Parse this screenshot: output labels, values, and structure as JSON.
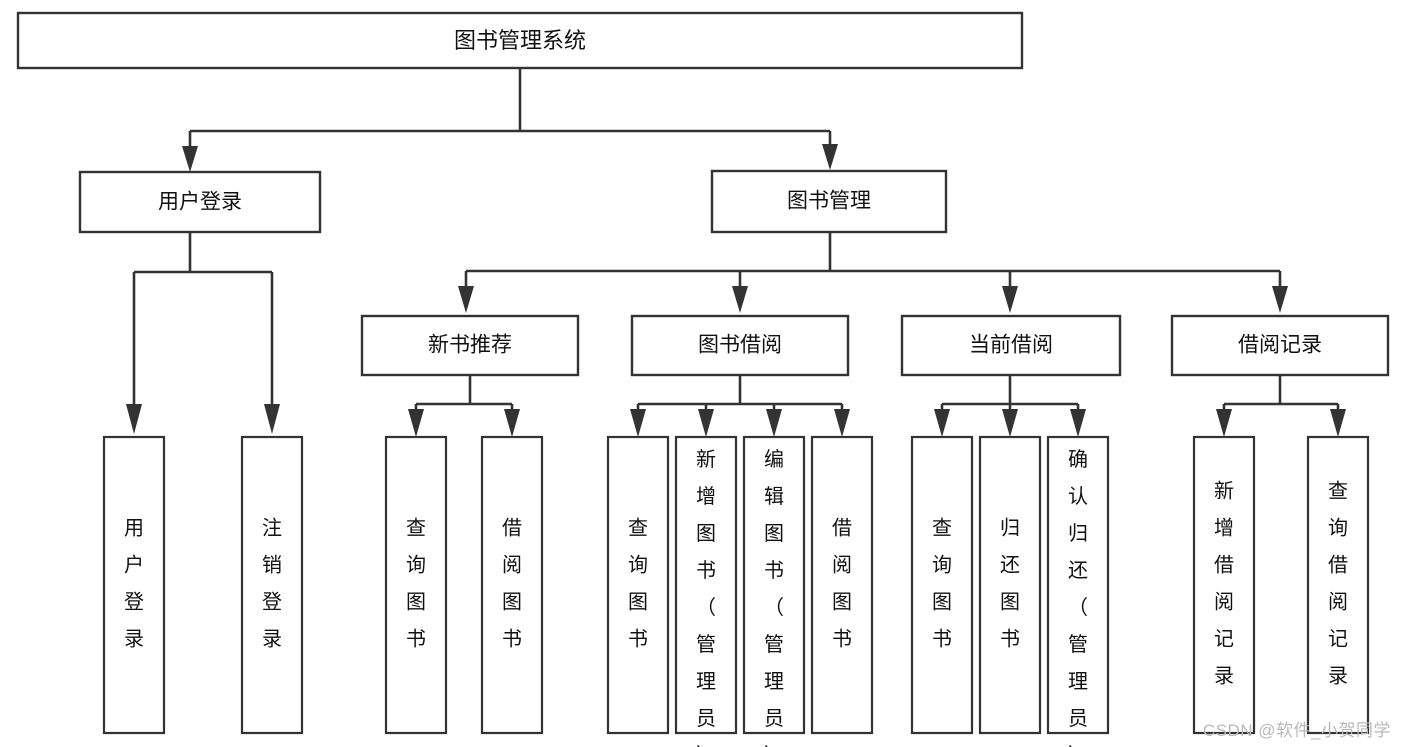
{
  "diagram": {
    "type": "tree-hierarchy-chart",
    "orientation": "top-down",
    "box_fill": "#ffffff",
    "box_stroke": "#333333",
    "text_color": "#111111",
    "root": {
      "id": "root",
      "label": "图书管理系统"
    },
    "level1": [
      {
        "id": "user-login",
        "label": "用户登录"
      },
      {
        "id": "book-management",
        "label": "图书管理"
      }
    ],
    "level2": [
      {
        "id": "new-book-recommend",
        "label": "新书推荐",
        "parent": "book-management"
      },
      {
        "id": "book-borrow",
        "label": "图书借阅",
        "parent": "book-management"
      },
      {
        "id": "current-borrow",
        "label": "当前借阅",
        "parent": "book-management"
      },
      {
        "id": "borrow-record",
        "label": "借阅记录",
        "parent": "book-management"
      }
    ],
    "leaves": [
      {
        "id": "leaf-user-login",
        "label": "用户登录",
        "parent": "user-login"
      },
      {
        "id": "leaf-logout-login",
        "label": "注销登录",
        "parent": "user-login"
      },
      {
        "id": "leaf-query-book-1",
        "label": "查询图书",
        "parent": "new-book-recommend"
      },
      {
        "id": "leaf-borrow-book-1",
        "label": "借阅图书",
        "parent": "new-book-recommend"
      },
      {
        "id": "leaf-query-book-2",
        "label": "查询图书",
        "parent": "book-borrow"
      },
      {
        "id": "leaf-add-book",
        "label": "新增图书（管理员）",
        "parent": "book-borrow"
      },
      {
        "id": "leaf-edit-book",
        "label": "编辑图书（管理员）",
        "parent": "book-borrow"
      },
      {
        "id": "leaf-borrow-book-2",
        "label": "借阅图书",
        "parent": "book-borrow"
      },
      {
        "id": "leaf-query-book-3",
        "label": "查询图书",
        "parent": "current-borrow"
      },
      {
        "id": "leaf-return-book",
        "label": "归还图书",
        "parent": "current-borrow"
      },
      {
        "id": "leaf-confirm-return",
        "label": "确认归还（管理员）",
        "parent": "current-borrow"
      },
      {
        "id": "leaf-add-record",
        "label": "新增借阅记录",
        "parent": "borrow-record"
      },
      {
        "id": "leaf-query-record",
        "label": "查询借阅记录",
        "parent": "borrow-record"
      }
    ]
  },
  "watermark": {
    "text": "CSDN @软件_小贺同学"
  }
}
